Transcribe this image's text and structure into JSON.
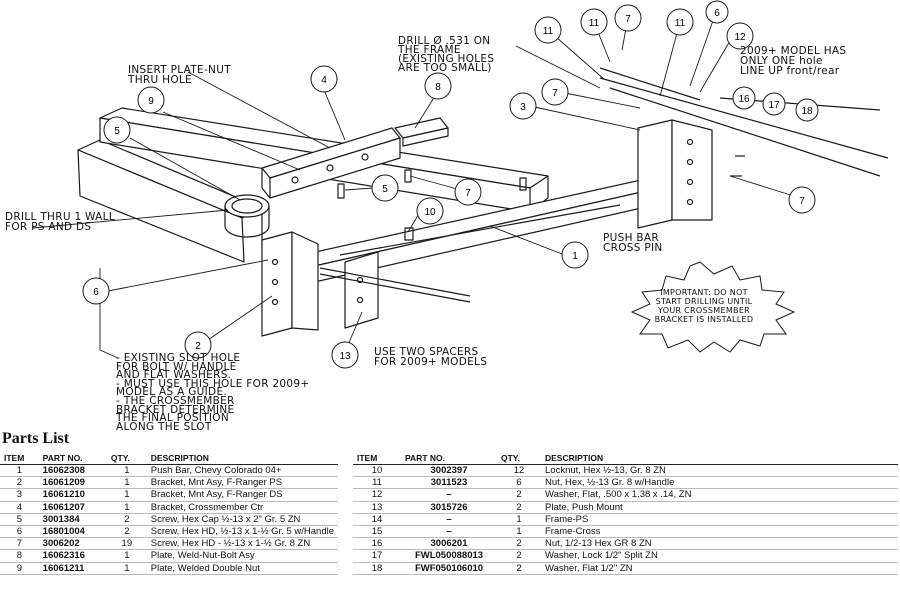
{
  "diagram": {
    "callouts": [
      "1",
      "2",
      "3",
      "4",
      "5",
      "5",
      "6",
      "7",
      "7",
      "7",
      "7",
      "8",
      "9",
      "10",
      "11",
      "11",
      "11",
      "12",
      "13",
      "16",
      "17",
      "18"
    ],
    "notes": {
      "insert_plate": "INSERT PLATE-NUT\nTHRU HOLE",
      "drill_frame": "DRILL Ø .531 ON\nTHE FRAME\n(EXISTING HOLES\nARE TOO SMALL)",
      "model_2009": "2009+ MODEL HAS\nONLY ONE hole\nLINE UP front/rear",
      "drill_wall": "DRILL THRU 1 WALL\nFOR PS AND DS",
      "push_bar_pin": "PUSH BAR\nCROSS PIN",
      "important": "IMPORTANT: DO NOT\nSTART DRILLING UNTIL\nYOUR CROSSMEMBER\nBRACKET IS INSTALLED",
      "spacers": "USE TWO SPACERS\nFOR 2009+ MODELS",
      "slot_hole": "- EXISTING SLOT HOLE\nFOR  BOLT W/ HANDLE\nAND FLAT WASHERS.\n- MUST USE THIS HOLE FOR 2009+\nMODEL AS A GUIDE.\n- THE CROSSMEMBER\nBRACKET DETERMINE\nTHE FINAL POSITION\nALONG THE SLOT"
    }
  },
  "parts_list": {
    "title": "Parts List",
    "headers": {
      "item": "ITEM",
      "part_no": "PART NO.",
      "qty": "QTY.",
      "description": "DESCRIPTION"
    },
    "left": [
      {
        "item": "1",
        "part_no": "16062308",
        "qty": "1",
        "description": "Push Bar, Chevy Colorado 04+"
      },
      {
        "item": "2",
        "part_no": "16061209",
        "qty": "1",
        "description": "Bracket, Mnt Asy, F-Ranger PS"
      },
      {
        "item": "3",
        "part_no": "16061210",
        "qty": "1",
        "description": "Bracket, Mnt Asy, F-Ranger DS"
      },
      {
        "item": "4",
        "part_no": "16061207",
        "qty": "1",
        "description": "Bracket, Crossmember Ctr"
      },
      {
        "item": "5",
        "part_no": "3001384",
        "qty": "2",
        "description": "Screw, Hex Cap ½-13 x 2\" Gr. 5 ZN"
      },
      {
        "item": "6",
        "part_no": "16801004",
        "qty": "2",
        "description": "Screw, Hex HD, ½-13 x 1-½ Gr. 5 w/Handle"
      },
      {
        "item": "7",
        "part_no": "3006202",
        "qty": "19",
        "description": "Screw, Hex HD - ½-13 x 1-½ Gr. 8 ZN"
      },
      {
        "item": "8",
        "part_no": "16062316",
        "qty": "1",
        "description": "Plate, Weld-Nut-Bolt Asy"
      },
      {
        "item": "9",
        "part_no": "16061211",
        "qty": "1",
        "description": "Plate, Welded Double Nut"
      }
    ],
    "right": [
      {
        "item": "10",
        "part_no": "3002397",
        "qty": "12",
        "description": "Locknut, Hex ½-13, Gr. 8 ZN"
      },
      {
        "item": "11",
        "part_no": "3011523",
        "qty": "6",
        "description": "Nut, Hex, ½-13 Gr. 8 w/Handle"
      },
      {
        "item": "12",
        "part_no": "–",
        "qty": "2",
        "description": "Washer, Flat, .500 x 1.38 x .14, ZN"
      },
      {
        "item": "13",
        "part_no": "3015726",
        "qty": "2",
        "description": "Plate, Push Mount"
      },
      {
        "item": "14",
        "part_no": "–",
        "qty": "1",
        "description": "Frame-PS"
      },
      {
        "item": "15",
        "part_no": "–",
        "qty": "1",
        "description": "Frame-Cross"
      },
      {
        "item": "16",
        "part_no": "3006201",
        "qty": "2",
        "description": "Nut, 1/2-13 Hex GR 8 ZN"
      },
      {
        "item": "17",
        "part_no": "FWL050088013",
        "qty": "2",
        "description": "Washer, Lock 1/2\" Split ZN"
      },
      {
        "item": "18",
        "part_no": "FWF050106010",
        "qty": "2",
        "description": "Washer, Flat 1/2\" ZN"
      }
    ]
  }
}
